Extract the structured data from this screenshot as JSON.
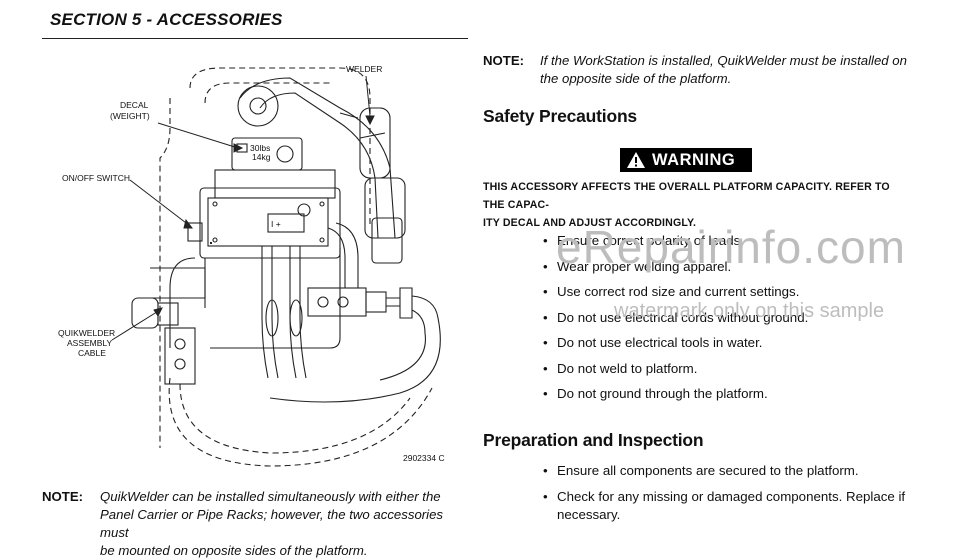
{
  "section_header": "SECTION 5 - ACCESSORIES",
  "figure": {
    "labels": {
      "welder": "WELDER",
      "decal_line1": "DECAL",
      "decal_line2": "(WEIGHT)",
      "switch": "ON/OFF SWITCH",
      "cable_line1": "QUIKWELDER",
      "cable_line2": "ASSEMBLY",
      "cable_line3": "CABLE",
      "decal_lbs": "30lbs",
      "decal_kg": "14kg",
      "panel_symbols": "I  +",
      "figure_number": "2902334 C"
    }
  },
  "note_left": {
    "key": "NOTE:",
    "lines": [
      "QuikWelder can be installed simultaneously with either the",
      "Panel Carrier or Pipe Racks; however, the two accessories must",
      "be mounted on opposite sides of the platform."
    ]
  },
  "note_right": {
    "key": "NOTE:",
    "lines": [
      "If the WorkStation is installed, QuikWelder must be installed on",
      "the opposite side of the platform."
    ]
  },
  "safety": {
    "heading": "Safety Precautions",
    "warning_label": "WARNING",
    "warning_lines": [
      "THIS ACCESSORY AFFECTS THE OVERALL PLATFORM CAPACITY. REFER TO THE CAPAC-",
      "ITY DECAL AND ADJUST ACCORDINGLY."
    ],
    "items": [
      "Ensure correct polarity of leads.",
      "Wear proper welding apparel.",
      "Use correct rod size and current settings.",
      "Do not use electrical cords without ground.",
      "Do not use electrical tools in water.",
      "Do not weld to platform.",
      "Do not ground through the platform."
    ]
  },
  "prep": {
    "heading": "Preparation and Inspection",
    "items": [
      "Ensure all components are secured to the platform.",
      "Check for any missing or damaged components. Replace if",
      "necessary."
    ]
  },
  "watermark": {
    "main": "eRepairinfo.com",
    "sub": "watermark only on this sample"
  }
}
